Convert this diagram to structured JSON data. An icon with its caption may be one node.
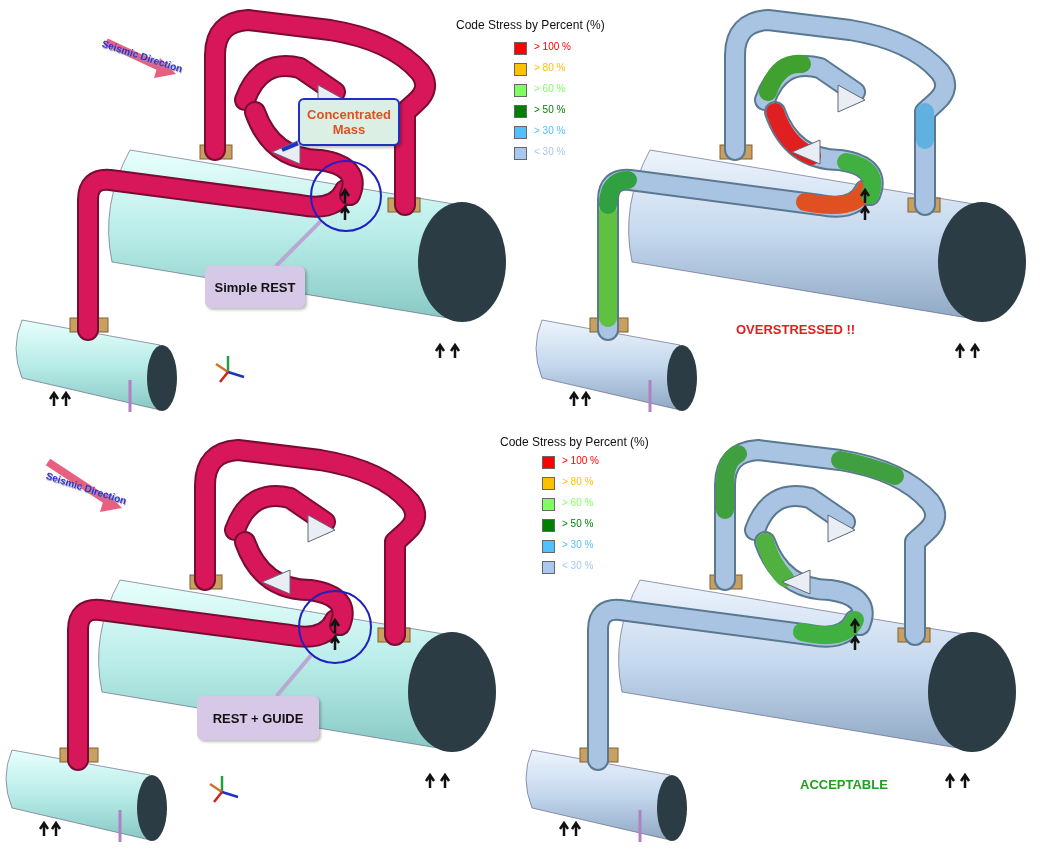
{
  "diagram": {
    "nodes": [
      {
        "text": [
          "Concentrated Mass"
        ]
      },
      {
        "text": [],
        "shape": "circle"
      },
      {
        "text": [
          "Simple REST"
        ]
      },
      {
        "text": [],
        "shape": "circle"
      },
      {
        "text": [
          "REST + GUIDE"
        ]
      }
    ],
    "edges": [
      {
        "from": 0,
        "to": null,
        "arrow": "none",
        "color": "#2030c0"
      },
      {
        "from": 2,
        "to": 1,
        "arrow": "none"
      },
      {
        "from": 4,
        "to": 3,
        "arrow": "none"
      }
    ],
    "labels": [
      "Seismic Direction",
      "Code Stress by Percent (%)",
      "OVERSTRESSED !!",
      "Seismic Direction",
      "Code Stress by Percent (%)",
      "ACCEPTABLE"
    ],
    "legend": [
      {
        "text": "> 100 %",
        "color": "#ff0000"
      },
      {
        "text": "> 80 %",
        "color": "#ffc000"
      },
      {
        "text": "> 60 %",
        "color": "#80ff60"
      },
      {
        "text": "> 50 %",
        "color": "#007f00"
      },
      {
        "text": "> 30 %",
        "color": "#50c0ff"
      },
      {
        "text": "< 30 %",
        "color": "#a8c8f0"
      },
      {
        "text": "> 100 %",
        "color": "#ff0000"
      },
      {
        "text": "> 80 %",
        "color": "#ffc000"
      },
      {
        "text": "> 60 %",
        "color": "#80ff60"
      },
      {
        "text": "> 50 %",
        "color": "#007f00"
      },
      {
        "text": "> 30 %",
        "color": "#50c0ff"
      },
      {
        "text": "< 30 %",
        "color": "#a8c8f0"
      }
    ]
  }
}
